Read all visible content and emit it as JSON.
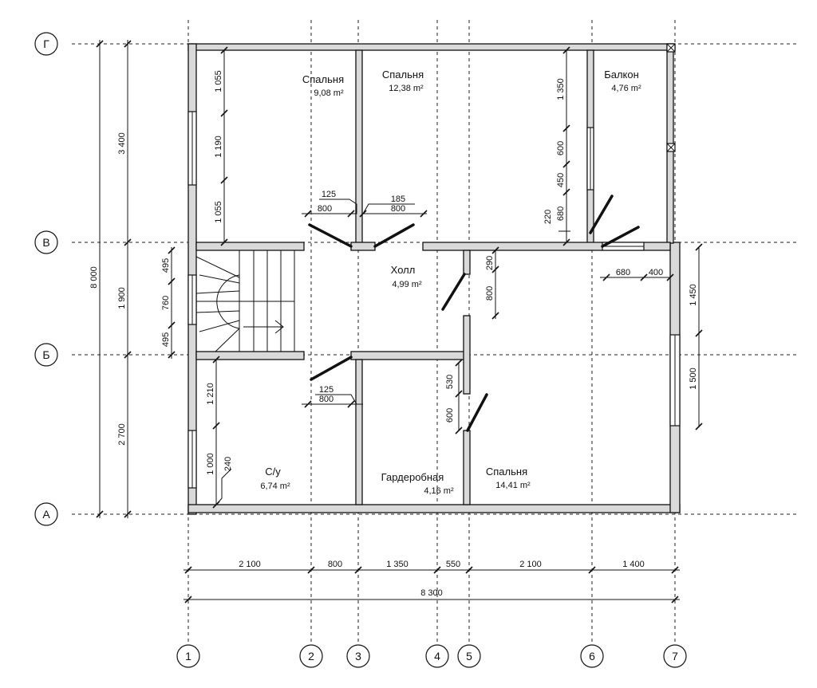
{
  "axes": {
    "rows": [
      "Г",
      "В",
      "Б",
      "А"
    ],
    "cols": [
      "1",
      "2",
      "3",
      "4",
      "5",
      "6",
      "7"
    ]
  },
  "rooms": {
    "bedroom1": {
      "name": "Спальня",
      "area": "9,08 m²"
    },
    "bedroom2": {
      "name": "Спальня",
      "area": "12,38 m²"
    },
    "balcony": {
      "name": "Балкон",
      "area": "4,76 m²"
    },
    "hall": {
      "name": "Холл",
      "area": "4,99 m²"
    },
    "bathroom": {
      "name": "С/у",
      "area": "6,74 m²"
    },
    "wardrobe": {
      "name": "Гардеробная",
      "area": "4,16 m²"
    },
    "bedroom3": {
      "name": "Спальня",
      "area": "14,41 m²"
    }
  },
  "dims": {
    "bottom": [
      "2 100",
      "800",
      "1 350",
      "550",
      "2 100",
      "1 400"
    ],
    "total_width": "8 300",
    "left_outer": [
      "3 400",
      "1 900",
      "2 700"
    ],
    "total_height": "8 000",
    "stair": [
      "495",
      "760",
      "495"
    ],
    "bed1_wall": [
      "1 055",
      "1 190",
      "1 055"
    ],
    "bath_wall": [
      "1 210",
      "1 000"
    ],
    "bath_240": "240",
    "door_top_left": [
      "125",
      "800"
    ],
    "door_top_right": [
      "185",
      "800"
    ],
    "door_lower": [
      "125",
      "800"
    ],
    "bed2_right": [
      "1 350",
      "600",
      "450"
    ],
    "bed2_door": [
      "220",
      "680"
    ],
    "hall_right": [
      "290",
      "800"
    ],
    "wardrobe_wall": [
      "530",
      "600"
    ],
    "right_outer": [
      "1 450",
      "1 500"
    ],
    "balcony_door": [
      "680",
      "400"
    ]
  }
}
